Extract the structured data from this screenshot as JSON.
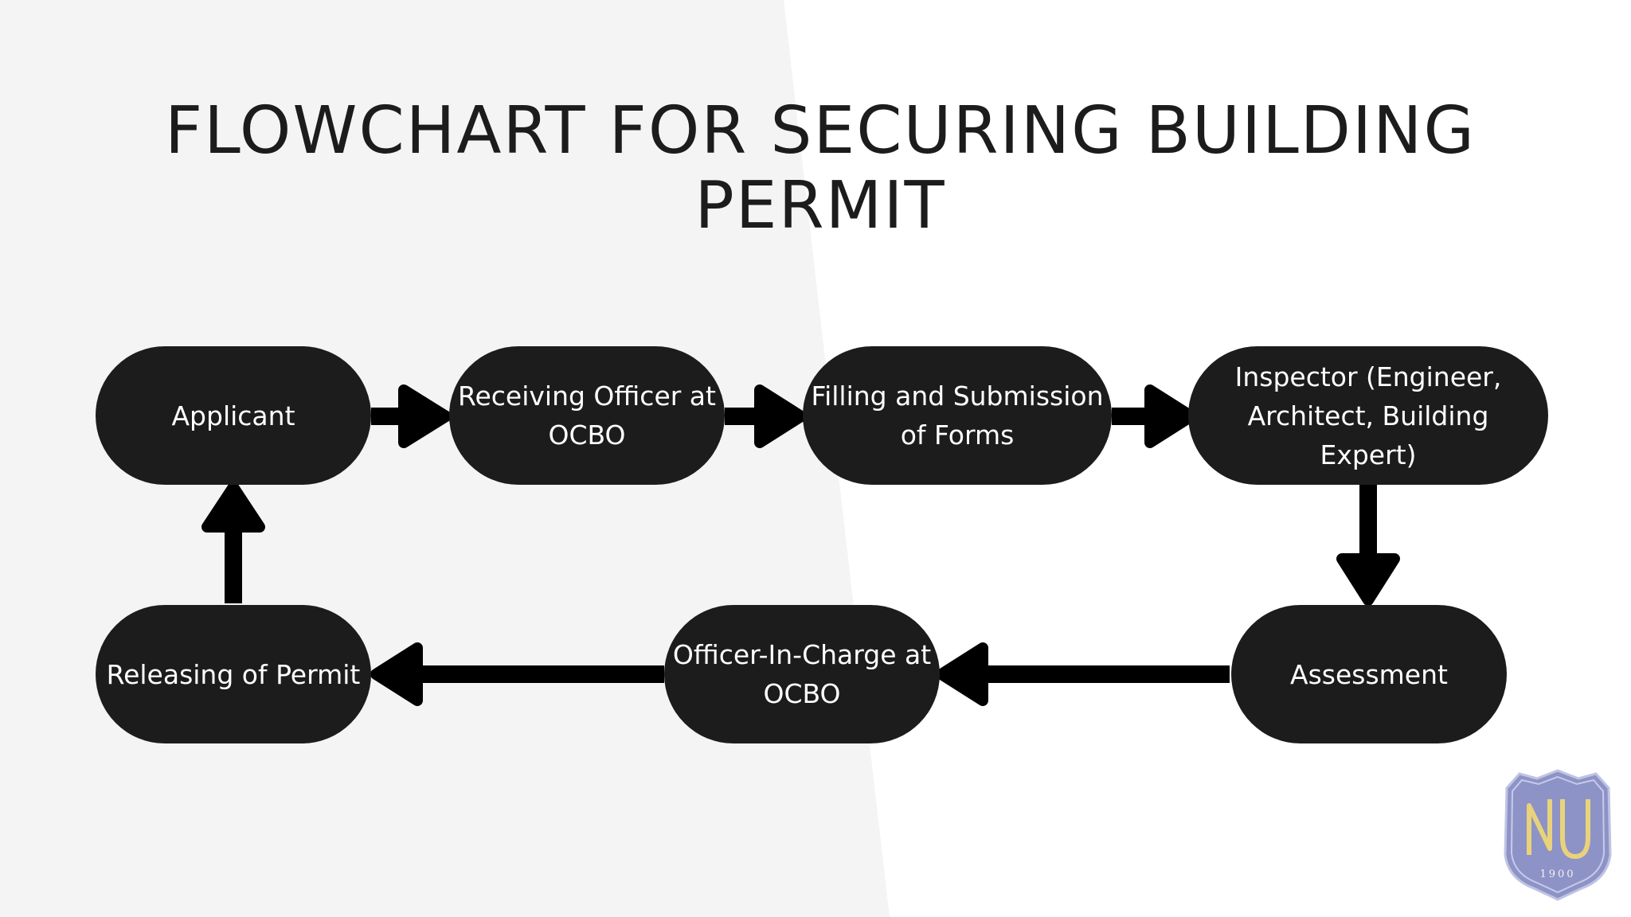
{
  "slide": {
    "title": "FLOWCHART FOR SECURING BUILDING PERMIT",
    "background_left_color": "#f4f4f4",
    "background_right_color": "#ffffff"
  },
  "flowchart": {
    "node_color": "#1c1c1c",
    "arrow_color": "#000000",
    "nodes": {
      "applicant": "Applicant",
      "receiving_officer": "Receiving Officer at OCBO",
      "filling_forms": "Filling and Submission of Forms",
      "inspector": "Inspector (Engineer, Architect, Building Expert)",
      "assessment": "Assessment",
      "officer_in_charge": "Officer-In-Charge at OCBO",
      "releasing_permit": "Releasing of Permit"
    },
    "edges": [
      {
        "from": "applicant",
        "to": "receiving_officer"
      },
      {
        "from": "receiving_officer",
        "to": "filling_forms"
      },
      {
        "from": "filling_forms",
        "to": "inspector"
      },
      {
        "from": "inspector",
        "to": "assessment"
      },
      {
        "from": "assessment",
        "to": "officer_in_charge"
      },
      {
        "from": "officer_in_charge",
        "to": "releasing_permit"
      },
      {
        "from": "releasing_permit",
        "to": "applicant"
      }
    ]
  },
  "logo": {
    "letters": "NU",
    "year": "1900",
    "shield_color": "#8d93c6",
    "letter_color": "#e8d37a"
  }
}
